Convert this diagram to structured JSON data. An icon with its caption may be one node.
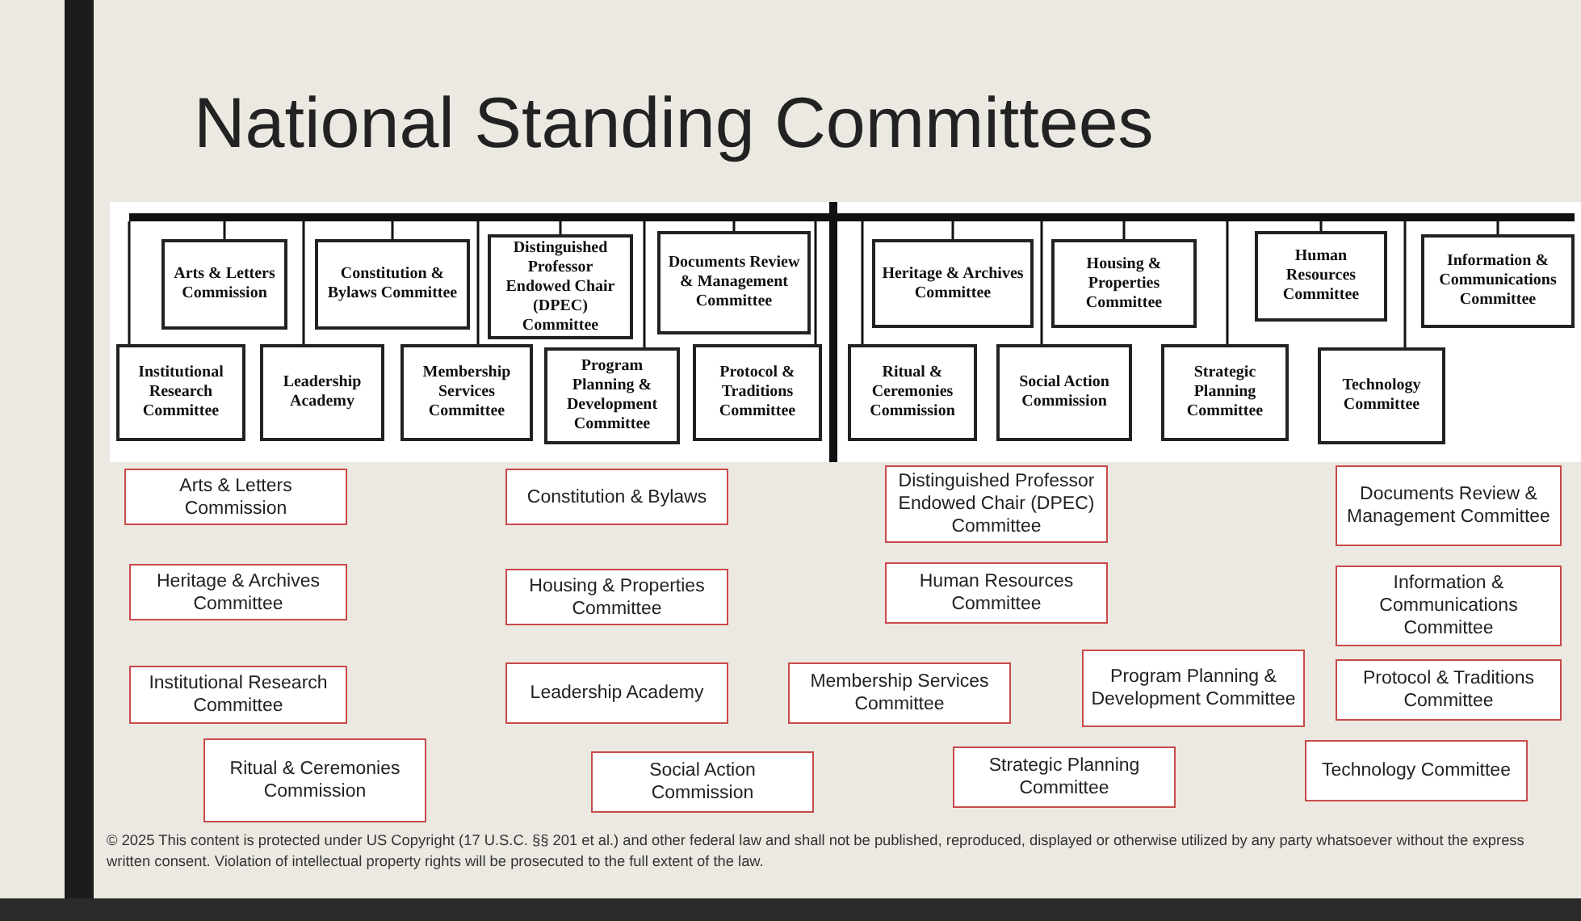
{
  "diagram": {
    "title": "National Standing Committees",
    "nodes": [
      {
        "text": [],
        "shape": "bar"
      },
      {
        "text": [
          "Arts & Letters Commission"
        ]
      },
      {
        "text": [
          "Constitution & Bylaws Committee"
        ]
      },
      {
        "text": [
          "Distinguished Professor Endowed Chair (DPEC) Committee"
        ]
      },
      {
        "text": [
          "Documents Review & Management Committee"
        ]
      },
      {
        "text": [
          "Heritage & Archives Committee"
        ]
      },
      {
        "text": [
          "Housing & Properties Committee"
        ]
      },
      {
        "text": [
          "Human Resources Committee"
        ]
      },
      {
        "text": [
          "Information & Communications Committee"
        ]
      },
      {
        "text": [
          "Institutional Research Committee"
        ]
      },
      {
        "text": [
          "Leadership Academy"
        ]
      },
      {
        "text": [
          "Membership Services Committee"
        ]
      },
      {
        "text": [
          "Program Planning & Development Committee"
        ]
      },
      {
        "text": [
          "Protocol & Traditions Committee"
        ]
      },
      {
        "text": [
          "Ritual & Ceremonies Commission"
        ]
      },
      {
        "text": [
          "Social Action Commission"
        ]
      },
      {
        "text": [
          "Strategic Planning Committee"
        ]
      },
      {
        "text": [
          "Technology Committee"
        ]
      },
      {
        "text": [
          "Arts & Letters Commission"
        ]
      },
      {
        "text": [
          "Constitution & Bylaws"
        ]
      },
      {
        "text": [
          "Distinguished Professor Endowed Chair (DPEC) Committee"
        ]
      },
      {
        "text": [
          "Documents Review & Management Committee"
        ]
      },
      {
        "text": [
          "Heritage & Archives Committee"
        ]
      },
      {
        "text": [
          "Housing & Properties Committee"
        ]
      },
      {
        "text": [
          "Human Resources Committee"
        ]
      },
      {
        "text": [
          "Information & Communications Committee"
        ]
      },
      {
        "text": [
          "Institutional Research Committee"
        ]
      },
      {
        "text": [
          "Leadership Academy"
        ]
      },
      {
        "text": [
          "Membership Services Committee"
        ]
      },
      {
        "text": [
          "Program Planning & Development Committee"
        ]
      },
      {
        "text": [
          "Protocol & Traditions Committee"
        ]
      },
      {
        "text": [
          "Ritual & Ceremonies Commission"
        ]
      },
      {
        "text": [
          "Social Action Commission"
        ]
      },
      {
        "text": [
          "Strategic Planning Committee"
        ]
      },
      {
        "text": [
          "Technology Committee"
        ]
      }
    ],
    "edges": [
      {
        "from": 0,
        "to": 1,
        "arrow": "none"
      },
      {
        "from": 0,
        "to": 2,
        "arrow": "none"
      },
      {
        "from": 0,
        "to": 3,
        "arrow": "none"
      },
      {
        "from": 0,
        "to": 4,
        "arrow": "none"
      },
      {
        "from": 0,
        "to": 5,
        "arrow": "none"
      },
      {
        "from": 0,
        "to": 6,
        "arrow": "none"
      },
      {
        "from": 0,
        "to": 7,
        "arrow": "none"
      },
      {
        "from": 0,
        "to": 8,
        "arrow": "none"
      },
      {
        "from": 0,
        "to": 9,
        "arrow": "none"
      },
      {
        "from": 0,
        "to": 10,
        "arrow": "none"
      },
      {
        "from": 0,
        "to": 11,
        "arrow": "none"
      },
      {
        "from": 0,
        "to": 12,
        "arrow": "none"
      },
      {
        "from": 0,
        "to": 13,
        "arrow": "none"
      },
      {
        "from": 0,
        "to": 14,
        "arrow": "none"
      },
      {
        "from": 0,
        "to": 15,
        "arrow": "none"
      },
      {
        "from": 0,
        "to": 16,
        "arrow": "none"
      },
      {
        "from": 0,
        "to": 17,
        "arrow": "none"
      }
    ],
    "labels": [
      "© 2025 This content is protected under US Copyright (17 U.S.C. §§ 201 et al.) and other federal law and shall not be published, reproduced, displayed or otherwise utilized by any party whatsoever without the express written consent. Violation of intellectual property rights will be prosecuted to the full extent of the law."
    ]
  }
}
